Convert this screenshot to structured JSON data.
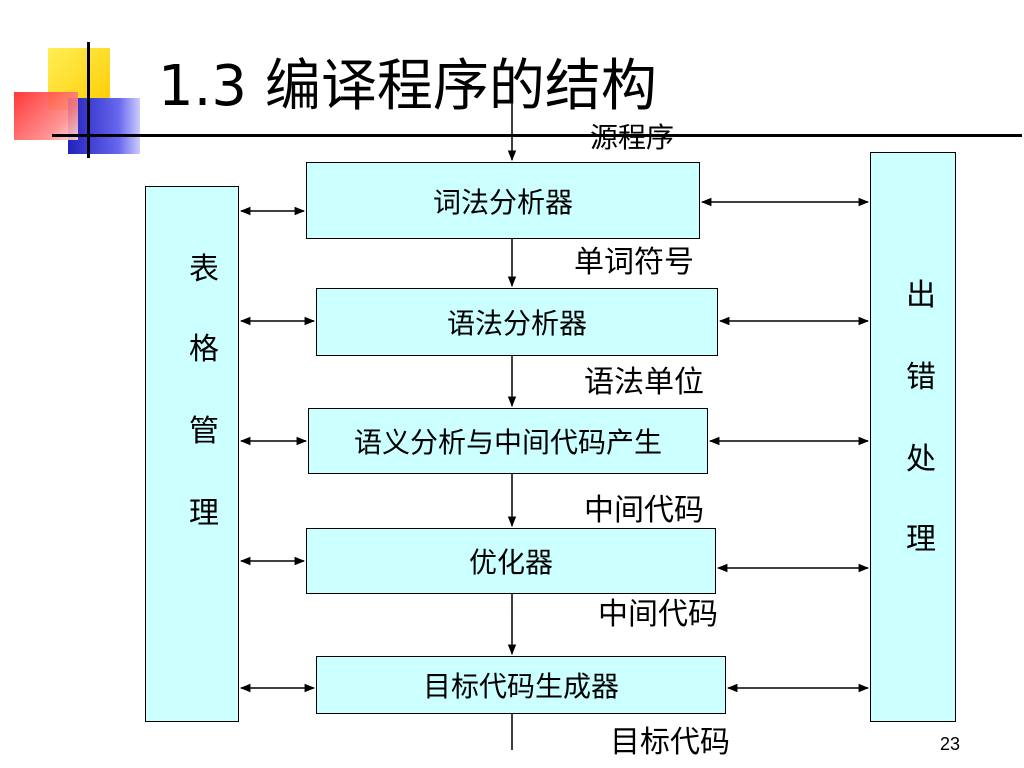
{
  "slide": {
    "title": "1.3 编译程序的结构",
    "page_number": "23"
  },
  "colors": {
    "box_fill": "#ccffff",
    "deco_yellow": "#ffd700",
    "deco_red": "#ff3333",
    "deco_blue": "#3333cc",
    "rule": "#000000"
  },
  "pipeline": {
    "input_label": "源程序",
    "stages": [
      {
        "name": "词法分析器",
        "output_label": "单词符号"
      },
      {
        "name": "语法分析器",
        "output_label": "语法单位"
      },
      {
        "name": "语义分析与中间代码产生",
        "output_label": "中间代码"
      },
      {
        "name": "优化器",
        "output_label": "中间代码"
      },
      {
        "name": "目标代码生成器",
        "output_label": "目标代码"
      }
    ]
  },
  "side_panels": {
    "left": {
      "chars": [
        "表",
        "格",
        "管",
        "理"
      ]
    },
    "right": {
      "chars": [
        "出",
        "错",
        "处",
        "理"
      ]
    }
  }
}
